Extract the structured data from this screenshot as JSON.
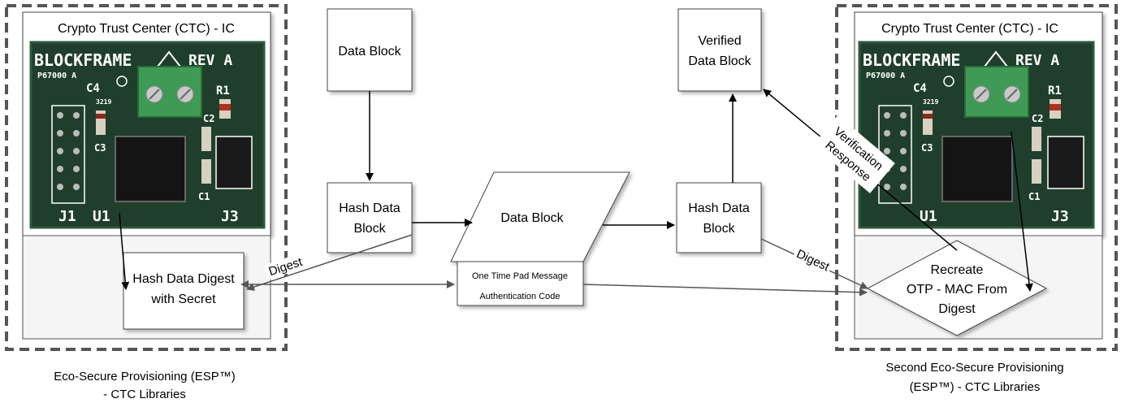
{
  "left_group": {
    "title": "Crypto Trust Center (CTC) - IC",
    "hash_box": [
      "Hash Data Digest",
      "with Secret"
    ],
    "caption": [
      "Eco-Secure Provisioning (ESP™)",
      "- CTC Libraries"
    ]
  },
  "right_group": {
    "title": "Crypto Trust Center (CTC) - IC",
    "diamond": [
      "Recreate",
      "OTP - MAC From",
      "Digest"
    ],
    "caption": [
      "Second Eco-Secure Provisioning",
      "(ESP™) - CTC Libraries"
    ]
  },
  "top_data_block": "Data Block",
  "hash_left": [
    "Hash Data",
    "Block"
  ],
  "parallelogram": {
    "title": "Data Block",
    "mac_box": [
      "One Time Pad Message",
      "Authentication Code"
    ]
  },
  "hash_right": [
    "Hash Data",
    "Block"
  ],
  "verified": [
    "Verified",
    "Data Block"
  ],
  "edge_labels": {
    "digest_left": "Digest",
    "digest_right": "Digest",
    "verification": [
      "Verification",
      "Response"
    ]
  },
  "board": {
    "brand": "BLOCKFRAME",
    "rev": "REV A",
    "part": "P67000 A",
    "refs": [
      "C4",
      "R1",
      "C2",
      "C3",
      "C1",
      "U1",
      "J1",
      "J3",
      "3219"
    ]
  },
  "colors": {
    "pcb": "#1e3d2a",
    "terminal": "#3f9a56",
    "panel": "#f5f5f5",
    "border_dash": "#555555"
  }
}
